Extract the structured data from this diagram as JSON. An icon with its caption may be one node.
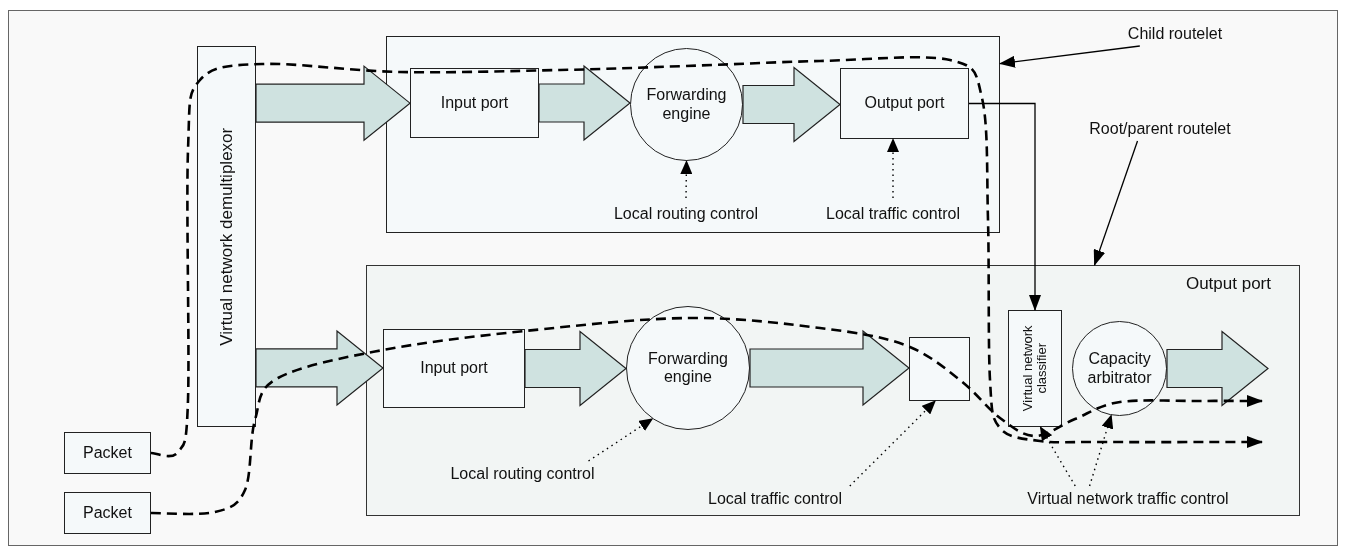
{
  "diagram": {
    "nodes": [
      {
        "text": [
          "Packet"
        ]
      },
      {
        "text": [
          "Packet"
        ]
      },
      {
        "text": [
          "Virtual network demultiplexor"
        ]
      },
      {
        "text": [],
        "shape": "box"
      },
      {
        "text": [
          "Input port"
        ],
        "in": 3
      },
      {
        "text": [
          "Forwarding engine"
        ],
        "in": 3
      },
      {
        "text": [
          "Output port"
        ],
        "in": 3
      },
      {
        "text": [
          "Local routing control"
        ],
        "in": 3
      },
      {
        "text": [
          "Local traffic control"
        ],
        "in": 3
      },
      {
        "text": [
          "Child routelet"
        ]
      },
      {
        "text": [
          "Root/parent routelet"
        ]
      },
      {
        "text": [
          "Output port"
        ]
      },
      {
        "text": [
          "Input port"
        ],
        "in": 11
      },
      {
        "text": [
          "Forwarding engine"
        ],
        "in": 11
      },
      {
        "text": [],
        "shape": "box",
        "in": 11
      },
      {
        "text": [
          "Virtual network classifier"
        ],
        "in": 11
      },
      {
        "text": [
          "Capacity arbitrator"
        ],
        "in": 11
      },
      {
        "text": [
          "Local routing control"
        ],
        "in": 11
      },
      {
        "text": [
          "Local traffic control"
        ],
        "in": 11
      },
      {
        "text": [
          "Virtual network traffic control"
        ],
        "in": 11
      }
    ],
    "edges": [
      {
        "from": 2,
        "to": 4,
        "arrow": "to",
        "style": "thick",
        "color": "#cfe2e0"
      },
      {
        "from": 4,
        "to": 5,
        "arrow": "to",
        "style": "thick",
        "color": "#cfe2e0"
      },
      {
        "from": 5,
        "to": 6,
        "arrow": "to",
        "style": "thick",
        "color": "#cfe2e0"
      },
      {
        "from": 2,
        "to": 12,
        "arrow": "to",
        "style": "thick",
        "color": "#cfe2e0"
      },
      {
        "from": 12,
        "to": 13,
        "arrow": "to",
        "style": "thick",
        "color": "#cfe2e0"
      },
      {
        "from": 13,
        "to": 14,
        "arrow": "to",
        "style": "thick",
        "color": "#cfe2e0"
      },
      {
        "from": 16,
        "to": null,
        "arrow": "to",
        "style": "thick",
        "color": "#cfe2e0"
      },
      {
        "from": 0,
        "to": null,
        "arrow": "to",
        "style": "dashed"
      },
      {
        "from": 1,
        "to": null,
        "arrow": "to",
        "style": "dashed"
      },
      {
        "from": 6,
        "to": 15,
        "arrow": "to"
      },
      {
        "from": 7,
        "to": 5,
        "arrow": "to",
        "style": "dashed"
      },
      {
        "from": 8,
        "to": 6,
        "arrow": "to",
        "style": "dashed"
      },
      {
        "from": 17,
        "to": 13,
        "arrow": "to",
        "style": "dashed"
      },
      {
        "from": 18,
        "to": 14,
        "arrow": "to",
        "style": "dashed"
      },
      {
        "from": 19,
        "to": 15,
        "arrow": "to",
        "style": "dashed"
      },
      {
        "from": 19,
        "to": 16,
        "arrow": "to",
        "style": "dashed"
      },
      {
        "from": 9,
        "to": 3,
        "arrow": "to"
      },
      {
        "from": 10,
        "to": 11,
        "arrow": "to"
      }
    ]
  }
}
